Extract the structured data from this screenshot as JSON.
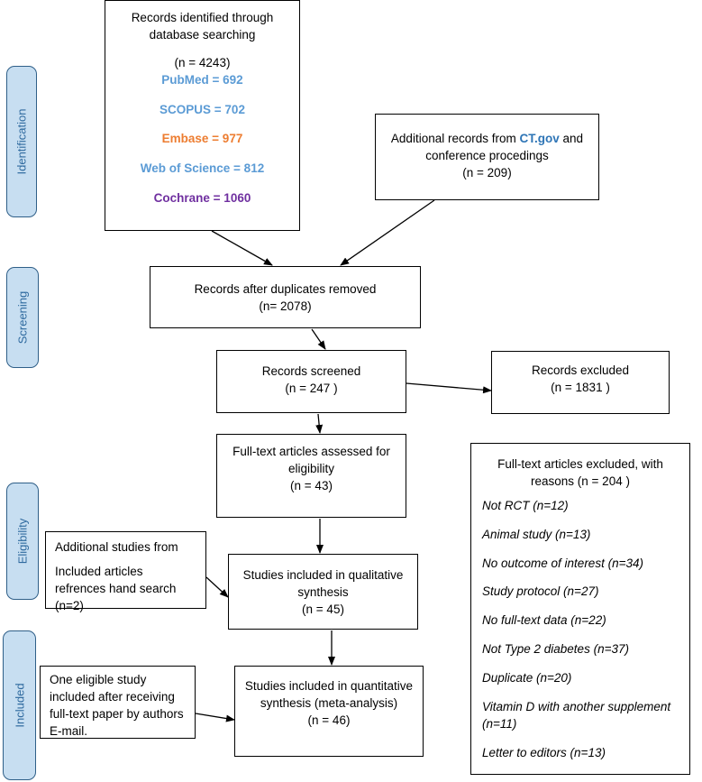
{
  "stages": {
    "identification": "Identification",
    "screening": "Screening",
    "eligibility": "Eligibility",
    "included": "Included"
  },
  "identified": {
    "title": "Records identified through database searching",
    "count": "(n = 4243)",
    "databases": [
      {
        "label": "PubMed = 692",
        "color": "#5b9bd5"
      },
      {
        "label": "SCOPUS = 702",
        "color": "#5b9bd5"
      },
      {
        "label": "Embase = 977",
        "color": "#ed7d31"
      },
      {
        "label": "Web of Science = 812",
        "color": "#5b9bd5"
      },
      {
        "label": "Cochrane = 1060",
        "color": "#7030a0"
      }
    ]
  },
  "additional_records": {
    "prefix": "Additional records from",
    "link": "CT.gov",
    "link_color": "#2e75b6",
    "rest": "and conference procedings",
    "count": "(n = 209)"
  },
  "duplicates_removed": {
    "title": "Records after duplicates removed",
    "count": "(n= 2078)"
  },
  "screened": {
    "title": "Records screened",
    "count": "(n = 247 )"
  },
  "excluded": {
    "title": "Records excluded",
    "count": "(n = 1831 )"
  },
  "fulltext_assessed": {
    "title": "Full-text articles assessed for eligibility",
    "count": "(n = 43)"
  },
  "fulltext_excluded": {
    "title": "Full-text articles excluded, with reasons (n = 204 )",
    "reasons": [
      "Not RCT (n=12)",
      "Animal study (n=13)",
      "No outcome of interest (n=34)",
      "Study protocol (n=27)",
      "No full-text data (n=22)",
      "Not Type 2 diabetes (n=37)",
      "Duplicate (n=20)",
      "Vitamin D with another supplement (n=11)",
      "Letter to editors (n=13)"
    ]
  },
  "additional_studies": {
    "line1": "Additional studies from",
    "line2": "Included articles refrences hand search (n=2)"
  },
  "qualitative": {
    "title": "Studies included in qualitative synthesis",
    "count": "(n = 45)"
  },
  "eligible_study": {
    "text": "One eligible study included after receiving full-text paper by authors E-mail."
  },
  "quantitative": {
    "title": "Studies included in quantitative synthesis (meta-analysis)",
    "count": "(n = 46)"
  }
}
